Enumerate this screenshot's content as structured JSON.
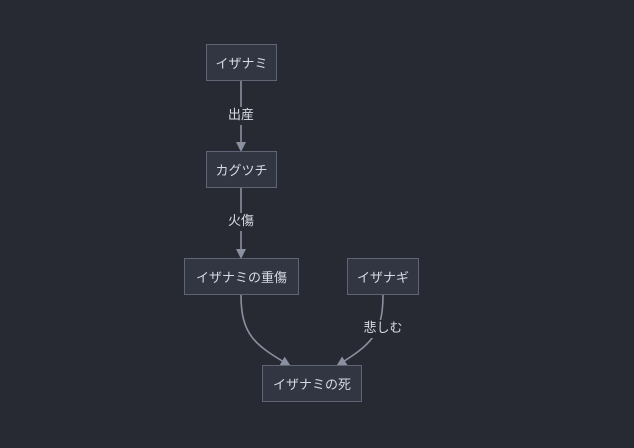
{
  "diagram": {
    "nodes": {
      "izanami": "イザナミ",
      "kagutsuchi": "カグツチ",
      "izanami_injury": "イザナミの重傷",
      "izanagi": "イザナギ",
      "izanami_death": "イザナミの死"
    },
    "edges": {
      "birth": "出産",
      "burn": "火傷",
      "grieve": "悲しむ"
    },
    "colors": {
      "background": "#272a33",
      "node_fill": "#323642",
      "node_border": "#5f6575",
      "edge": "#8a90a0",
      "text": "#d7dae2"
    }
  }
}
